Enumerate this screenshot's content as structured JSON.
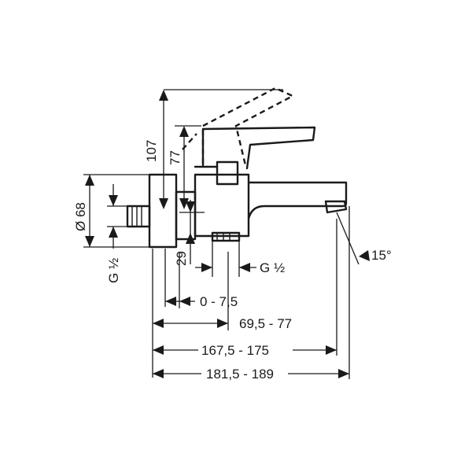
{
  "labels": {
    "height_107": "107",
    "height_77": "77",
    "diameter_68": "Ø 68",
    "inlet_thread": "G ½",
    "height_29": "29",
    "outlet_thread": "G ½",
    "angle": "15°",
    "offset": "0 - 7,5",
    "depth_body": "69,5 - 77",
    "depth_spout": "167,5 - 175",
    "depth_total": "181,5 - 189"
  },
  "colors": {
    "line": "#1a1a1a",
    "background": "#ffffff"
  }
}
